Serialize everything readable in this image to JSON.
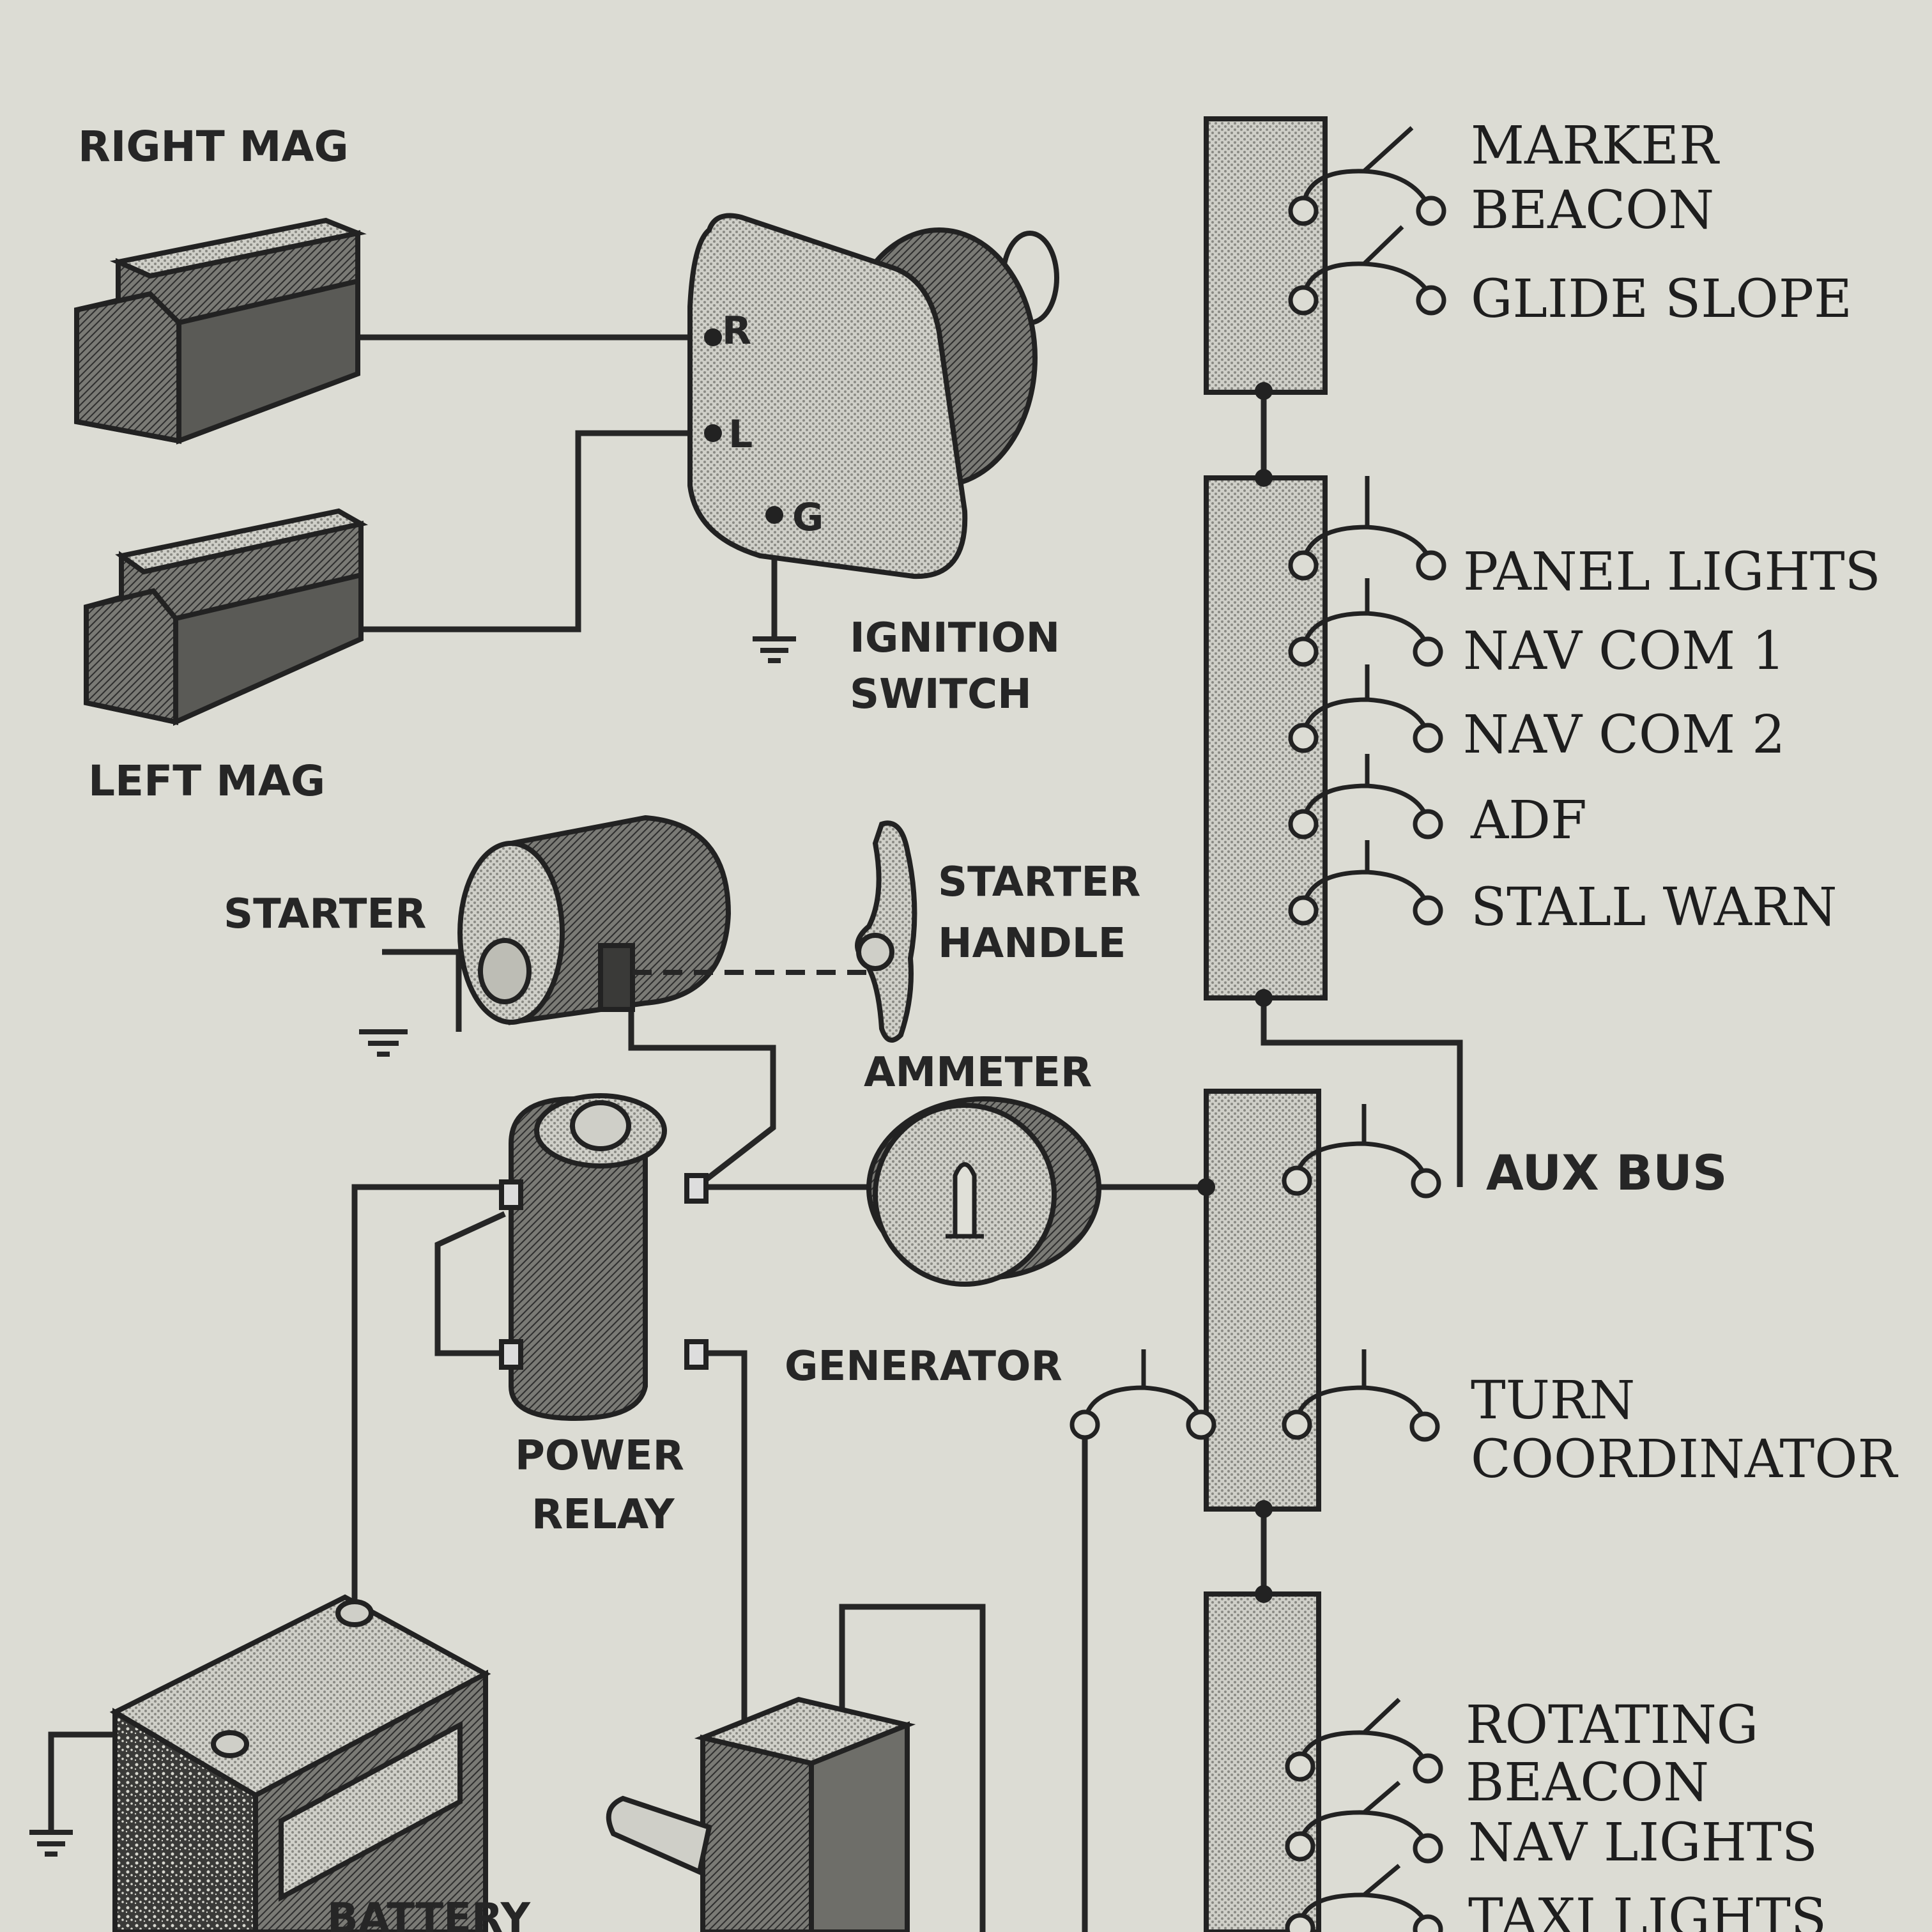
{
  "labels": {
    "right_mag": "RIGHT MAG",
    "left_mag": "LEFT MAG",
    "ignition_switch": [
      "IGNITION",
      "SWITCH"
    ],
    "terminal_r": "R",
    "terminal_l": "L",
    "terminal_g": "G",
    "starter": "STARTER",
    "starter_handle": [
      "STARTER",
      "HANDLE"
    ],
    "ammeter": "AMMETER",
    "generator": "GENERATOR",
    "power_relay": [
      "POWER",
      "RELAY"
    ],
    "battery": "BATTERY"
  },
  "circuit_breakers": {
    "bus1": [
      "MARKER",
      "BEACON",
      "GLIDE SLOPE"
    ],
    "bus2": [
      "PANEL LIGHTS",
      "NAV COM 1",
      "NAV COM 2",
      "ADF",
      "STALL WARN"
    ],
    "bus3": [
      "AUX BUS",
      "TURN",
      "COORDINATOR"
    ],
    "bus4": [
      "ROTATING",
      "BEACON",
      "NAV LIGHTS",
      "TAXI LIGHTS"
    ]
  },
  "colors": {
    "paper": "#dcdcd4",
    "ink": "#262626",
    "shade_light": "#c9c9c2",
    "shade_dark": "#6b6b66"
  }
}
